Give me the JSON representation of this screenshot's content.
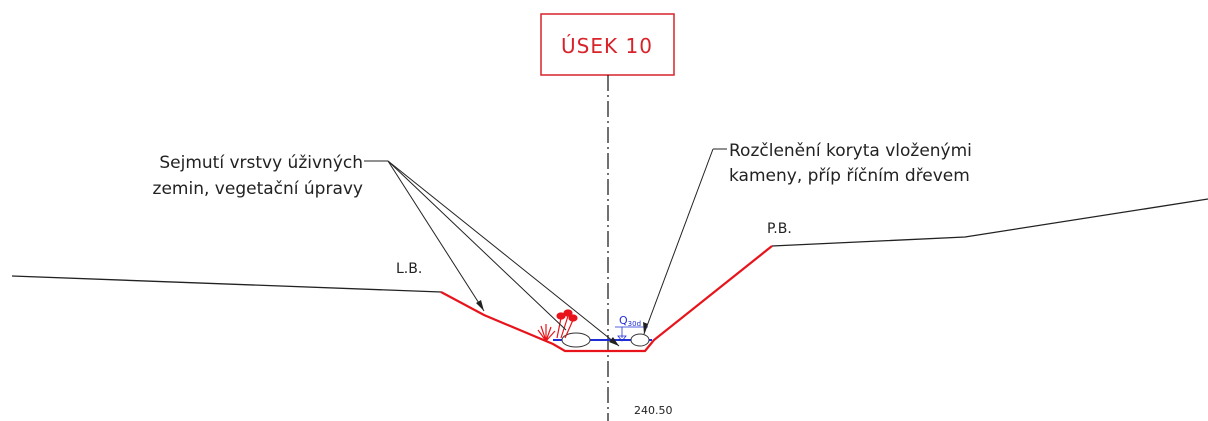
{
  "section_label": "ÚSEK 10",
  "callout_left": {
    "line1": "Sejmutí vrstvy úživných",
    "line2": "zemin, vegetační úpravy"
  },
  "callout_right": {
    "line1": "Rozčlenění koryta vloženými",
    "line2": "kameny, příp říčním dřevem"
  },
  "left_bank_label": "L.B.",
  "right_bank_label": "P.B.",
  "discharge_label": {
    "symbol": "Q",
    "subscript": "30d"
  },
  "elevation_label": "240.50",
  "colors": {
    "section_frame": "#d8232a",
    "modified_profile": "#e8141b",
    "terrain": "#222222",
    "water_level": "#1f2fd6",
    "axis": "#111111"
  }
}
